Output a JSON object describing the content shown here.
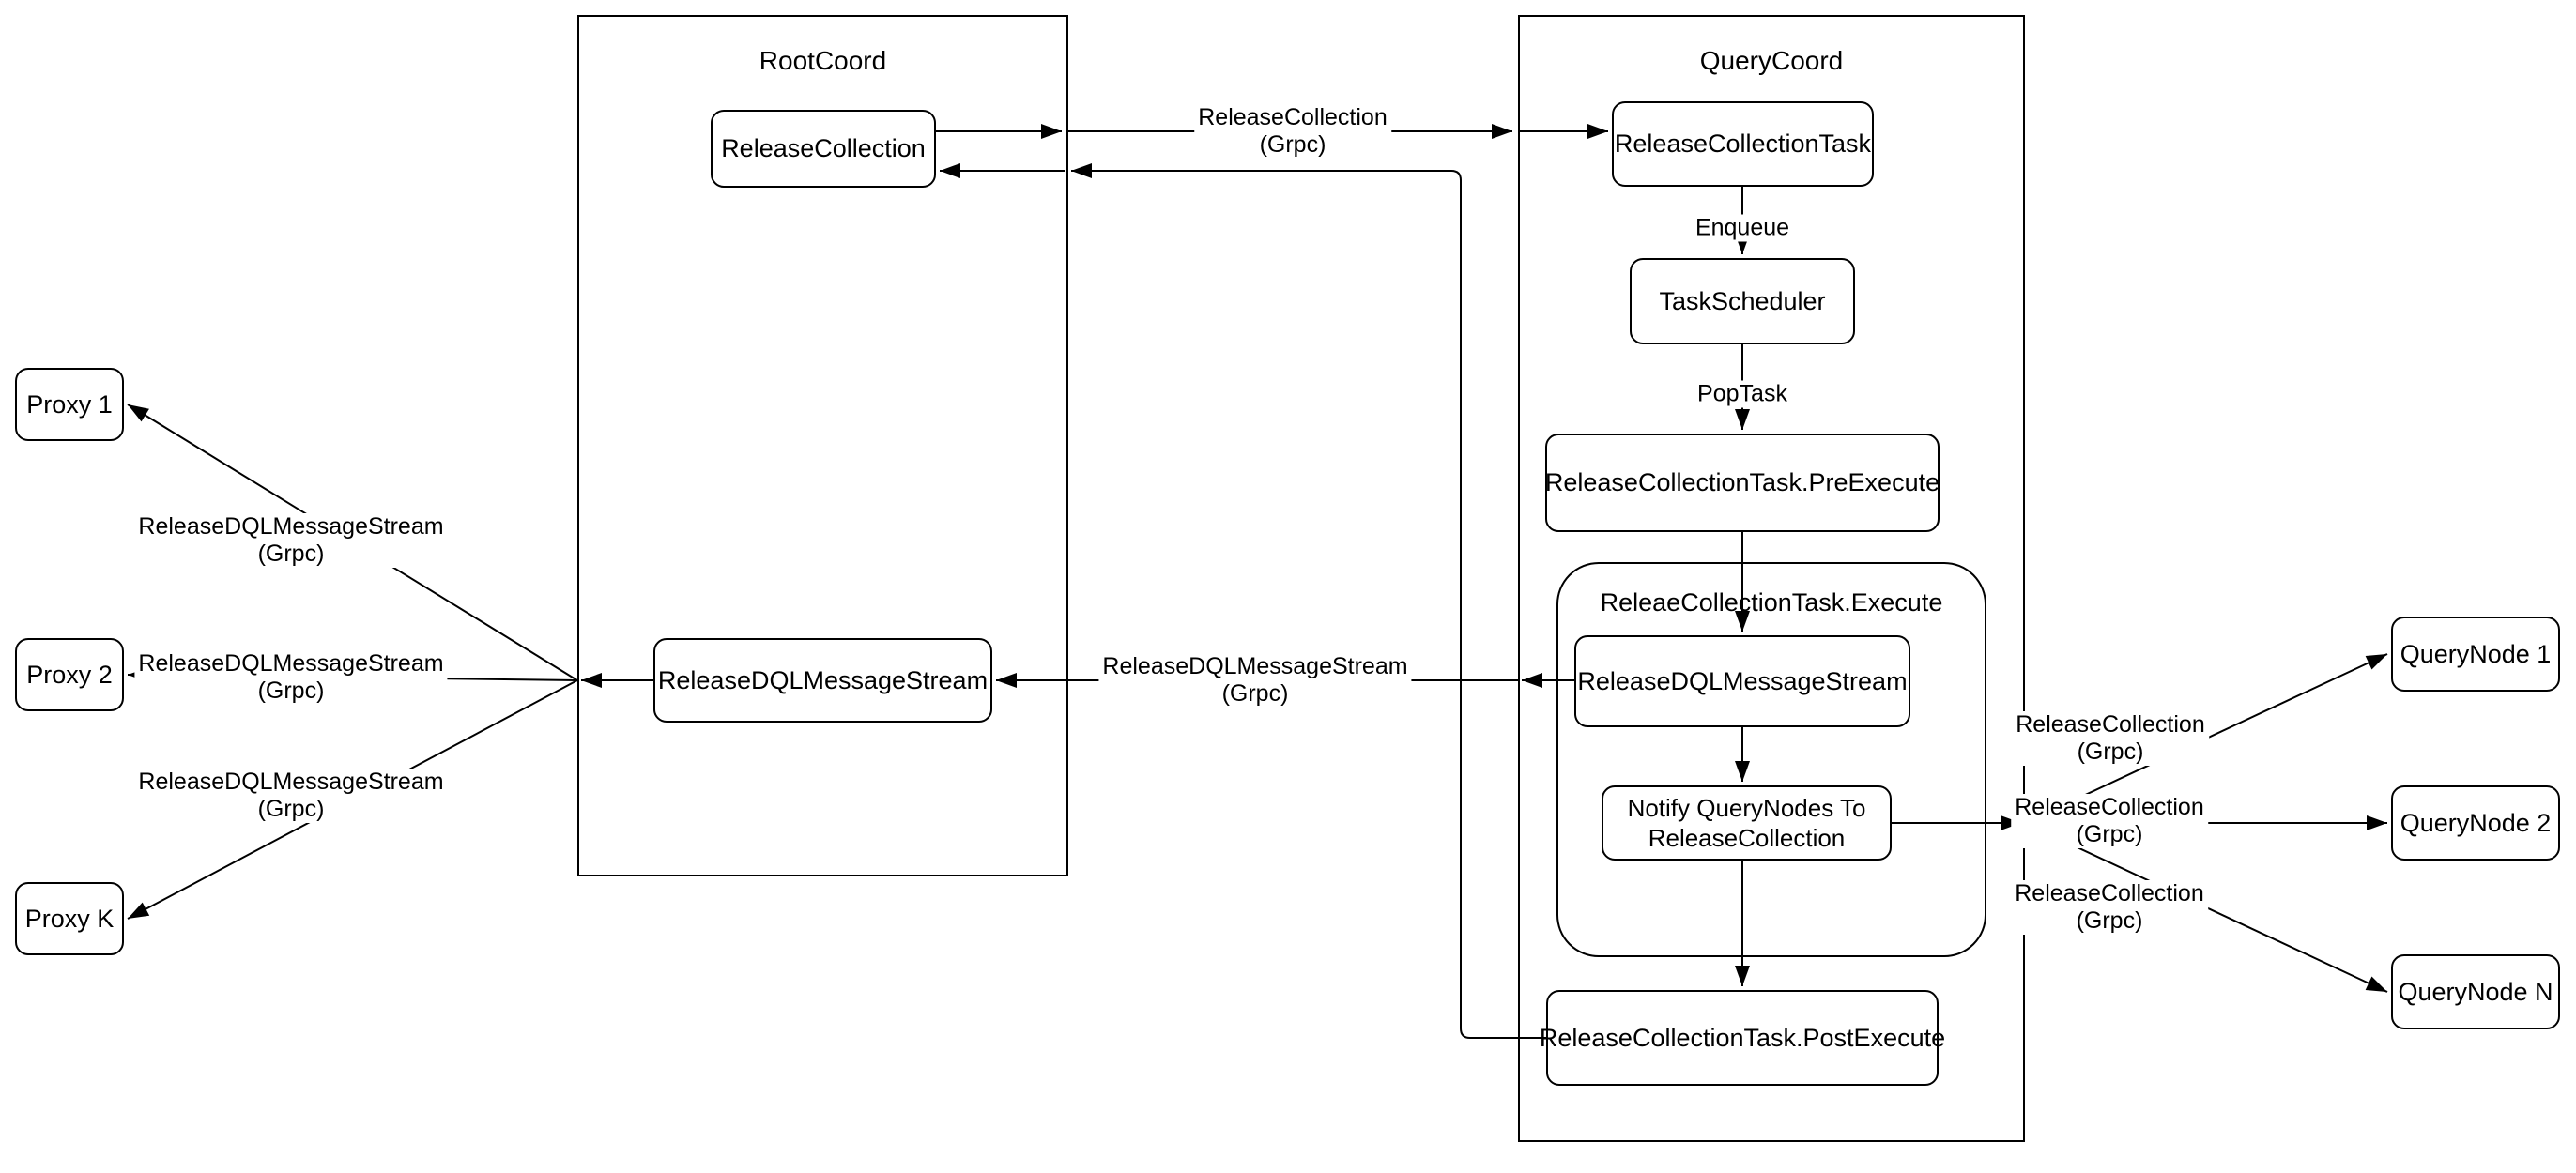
{
  "diagram": {
    "background": "#ffffff",
    "stroke_color": "#000000",
    "containers": {
      "rootcoord": {
        "title": "RootCoord"
      },
      "querycoord": {
        "title": "QueryCoord"
      }
    },
    "nodes": {
      "release_collection": "ReleaseCollection",
      "release_collection_task": "ReleaseCollectionTask",
      "task_scheduler": "TaskScheduler",
      "pre_execute": "ReleaseCollectionTask.PreExecute",
      "execute_group": "ReleaeCollectionTask.Execute",
      "release_dql_message_stream_querycoord": "ReleaseDQLMessageStream",
      "notify": {
        "line1": "Notify QueryNodes To",
        "line2": "ReleaseCollection"
      },
      "post_execute": "ReleaseCollectionTask.PostExecute",
      "release_dql_message_stream_rootcoord": "ReleaseDQLMessageStream",
      "proxy_1": "Proxy 1",
      "proxy_2": "Proxy 2",
      "proxy_k": "Proxy K",
      "querynode_1": "QueryNode 1",
      "querynode_2": "QueryNode 2",
      "querynode_n": "QueryNode N"
    },
    "edge_labels": {
      "enqueue": "Enqueue",
      "pop_task": "PopTask",
      "release_collection_grpc": {
        "line1": "ReleaseCollection",
        "line2": "(Grpc)"
      },
      "release_dql_grpc": {
        "line1": "ReleaseDQLMessageStream",
        "line2": "(Grpc)"
      }
    }
  }
}
